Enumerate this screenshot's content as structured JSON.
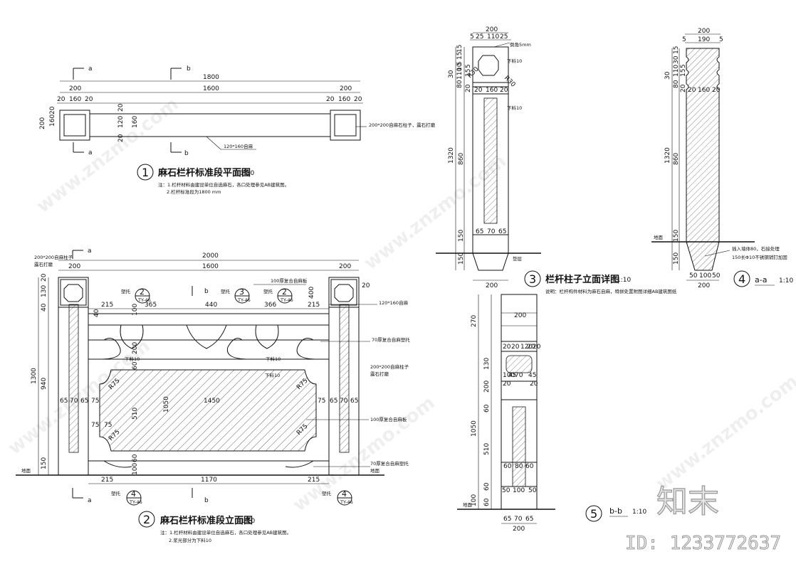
{
  "drawing1": {
    "num": "1",
    "title": "麻石栏杆标准段平面图",
    "scale": "1:10",
    "note1": "注：1.栏杆材料由建设单位自选麻石，各口处理参见AB建筑图。",
    "note2": "2.栏杆标准段为1800 mm",
    "dims": [
      "1800",
      "200",
      "1600",
      "200",
      "20",
      "160",
      "20",
      "20",
      "160",
      "20",
      "200",
      "160",
      "20",
      "20",
      "120",
      "160",
      "20"
    ],
    "label_post": "200*200自麻石柱子，露石打磨",
    "label_rail": "120*160自麻",
    "sec_a": "a",
    "sec_b": "b"
  },
  "drawing2": {
    "num": "2",
    "title": "麻石栏杆标准段立面图",
    "scale": "1:10",
    "note1": "注：1.栏杆材料由建设单位自选麻石，各口处理参见AB建筑图。",
    "note2": "2.浆光部分为下料10",
    "dims_top": [
      "2000",
      "200",
      "1600",
      "200"
    ],
    "dims_mid": [
      "215",
      "365",
      "440",
      "366",
      "215"
    ],
    "dims_bot": [
      "215",
      "1170",
      "215"
    ],
    "dims_left": [
      "20",
      "130",
      "40",
      "1300",
      "940",
      "150"
    ],
    "dims_misc": [
      "40",
      "100",
      "200",
      "60",
      "1050",
      "510",
      "60",
      "100",
      "400",
      "20",
      "65",
      "70",
      "65",
      "75",
      "75",
      "75",
      "75",
      "65",
      "70",
      "65",
      "1450",
      "R75",
      "R75",
      "R75",
      "R75"
    ],
    "label_post_left": "200*200自麻柱子",
    "label_post_left2": "露石打磨",
    "label_top_rail": "100厚复合自麻板",
    "label_rail": "120*160自麻",
    "label_support": "70厚复合自麻塑托",
    "label_post_right": "200*200自麻柱子",
    "label_post_right2": "露石打磨",
    "label_panel": "100厚复合自麻板",
    "label_bottom": "70厚复合自麻塑托",
    "label_ground": "地面",
    "label_ground2": "地面",
    "label_xia": "下料10",
    "label_xia2": "下料10",
    "label_xia3": "下料10",
    "ref_sym": "2",
    "ref_sym2": "3",
    "ref_sym3": "2",
    "ref_sym4": "4",
    "ref_sym5": "4",
    "ref_label": "塑托",
    "ref_label2": "塑托",
    "ref_label3": "塑托",
    "ref_label4": "塑托",
    "ref_label5": "塑托",
    "ref_sub": "TY-46",
    "sec_a": "a",
    "sec_b": "b"
  },
  "drawing3": {
    "num": "3",
    "title": "栏杆柱子立面详图",
    "scale": "1:10",
    "note": "说明：栏杆构件材料为麻石自麻，特拼处置附图详细AB建筑图纸",
    "dims": [
      "200",
      "5",
      "25",
      "110",
      "25",
      "15",
      "15",
      "5",
      "10",
      "110",
      "5",
      "15",
      "30",
      "80",
      "20",
      "20",
      "160",
      "20",
      "1320",
      "860",
      "150",
      "150",
      "65",
      "70",
      "65",
      "200"
    ],
    "label_chamfer": "倒角5mm",
    "label_xia": "下料10",
    "label_xia2": "下料10",
    "label_r": "R30",
    "label_r2": "R30",
    "label_base": "垫层"
  },
  "drawing4": {
    "num": "4",
    "title": "a-a",
    "scale": "1:10",
    "dims": [
      "200",
      "5",
      "190",
      "5",
      "15",
      "30",
      "110",
      "5",
      "15",
      "30",
      "80",
      "20",
      "20",
      "160",
      "20",
      "1320",
      "860",
      "150",
      "150",
      "50",
      "100",
      "50",
      "200"
    ],
    "label_insert": "插入墙体80，石接处理",
    "label_grout": "150长Φ10不锈钢销钉加固",
    "label_ground": "地面"
  },
  "drawing5": {
    "num": "5",
    "title": "b-b",
    "scale": "1:10",
    "dims": [
      "270",
      "200",
      "20",
      "20",
      "120",
      "20",
      "20",
      "130",
      "200",
      "60",
      "1050",
      "510",
      "60",
      "100",
      "60",
      "100",
      "45",
      "45",
      "20",
      "70",
      "20",
      "60",
      "80",
      "60",
      "50",
      "100",
      "50",
      "65",
      "70",
      "65",
      "200"
    ],
    "label_ground": "地面"
  },
  "watermark": {
    "text": "www.znzmo.com",
    "logo": "知末",
    "id": "ID: 1233772637"
  }
}
